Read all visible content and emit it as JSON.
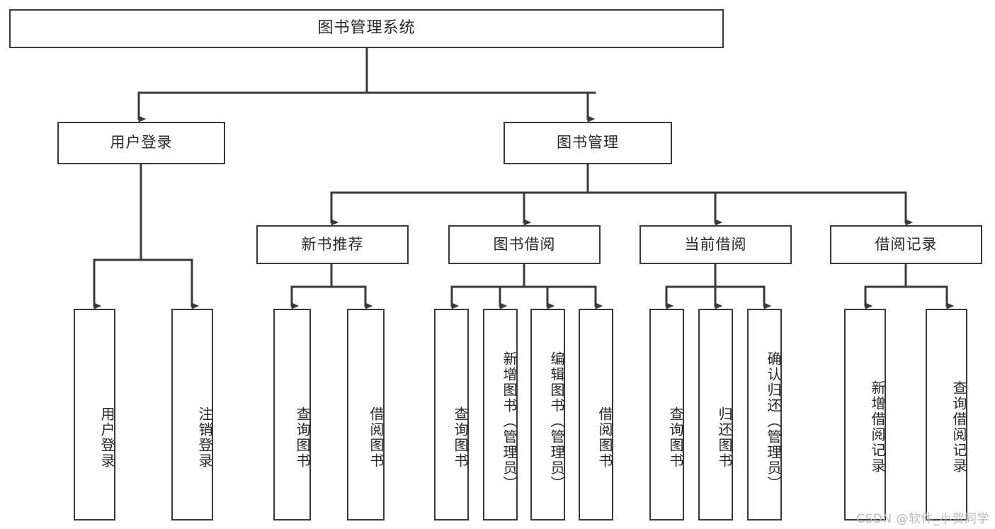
{
  "diagram": {
    "title": "图书管理系统",
    "type": "tree",
    "stroke_color": "#3a3a3a",
    "text_color": "#26262b",
    "background": "#ffffff"
  },
  "watermark": {
    "text": "CSDN @软件_小贺同学",
    "color": "#b9b9bd"
  },
  "nodes": {
    "root": {
      "label": "图书管理系统"
    },
    "level1": [
      {
        "label": "用户登录"
      },
      {
        "label": "图书管理"
      }
    ],
    "level2": [
      {
        "label": "新书推荐"
      },
      {
        "label": "图书借阅"
      },
      {
        "label": "当前借阅"
      },
      {
        "label": "借阅记录"
      }
    ],
    "leaves": {
      "user_login": [
        {
          "label": "用户登录"
        },
        {
          "label": "注销登录"
        }
      ],
      "new_book_recommend": [
        {
          "label": "查询图书"
        },
        {
          "label": "借阅图书"
        }
      ],
      "book_borrow": [
        {
          "label": "查询图书"
        },
        {
          "label": "新增图书（管理员）"
        },
        {
          "label": "编辑图书（管理员）"
        },
        {
          "label": "借阅图书"
        }
      ],
      "current_borrow": [
        {
          "label": "查询图书"
        },
        {
          "label": "归还图书"
        },
        {
          "label": "确认归还（管理员）"
        }
      ],
      "borrow_record": [
        {
          "label": "新增借阅记录"
        },
        {
          "label": "查询借阅记录"
        }
      ]
    }
  }
}
